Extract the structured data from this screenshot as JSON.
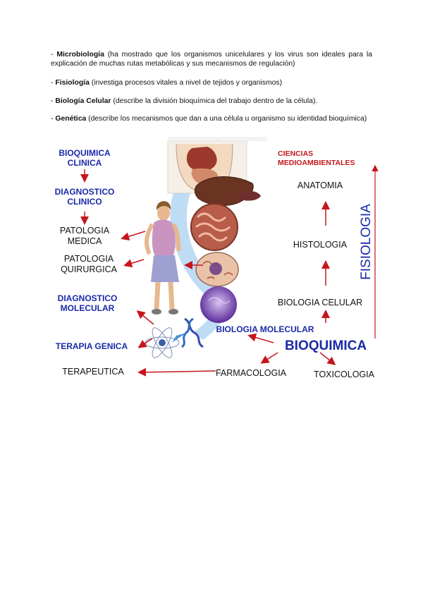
{
  "paragraphs": [
    {
      "term": "Microbiología",
      "text": " (ha mostrado que los organismos unicelulares y los virus son ideales para la explicación de muchas rutas metabólicas y sus mecanismos de regulación)"
    },
    {
      "term": "Fisiología",
      "text": " (investiga procesos vitales a nivel de tejidos y organismos)"
    },
    {
      "term": "Biología Celular",
      "text": " (describe la división bioquímica del trabajo dentro de la célula)."
    },
    {
      "term": "Genética",
      "text": " (describe los mecanismos que dan a una célula u organismo su identidad bioquímica)"
    }
  ],
  "figure": {
    "left_column": {
      "bioquimica_clinica": [
        "BIOQUIMICA",
        "CLINICA"
      ],
      "diagnostico_clinico": [
        "DIAGNOSTICO",
        "CLINICO"
      ],
      "patologia_medica": [
        "PATOLOGIA",
        "MEDICA"
      ],
      "patologia_quirurgica": [
        "PATOLOGIA",
        "QUIRURGICA"
      ],
      "diagnostico_molecular": [
        "DIAGNOSTICO",
        "MOLECULAR"
      ],
      "terapia_genica": "TERAPIA GENICA",
      "terapeutica": "TERAPEUTICA"
    },
    "right_column": {
      "ciencias_medioambientales": [
        "CIENCIAS",
        "MEDIOAMBIENTALES"
      ],
      "anatomia": "ANATOMIA",
      "histologia": "HISTOLOGIA",
      "biologia_celular": "BIOLOGIA CELULAR",
      "fisiologia": "FISIOLOGIA"
    },
    "bottom": {
      "biologia_molecular": "BIOLOGIA MOLECULAR",
      "bioquimica": "BIOQUIMICA",
      "farmacologia": "FARMACOLOGIA",
      "toxicologia": "TOXICOLOGIA"
    },
    "colors": {
      "blue": "#1a2aa8",
      "red": "#c4161c",
      "arc": "#9fc8ee"
    }
  }
}
